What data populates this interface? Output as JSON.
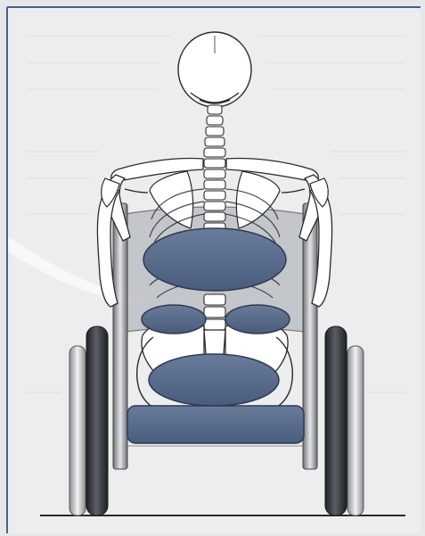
{
  "colors": {
    "paper": "#ecedee",
    "paper_fold": "#f7f7f8",
    "frame_border": "#4a5f8c",
    "bone_fill": "#ffffff",
    "bone_stroke": "#2a2a2a",
    "backrest": "#b8bbbf",
    "cushion": "#56698a",
    "cushion_stroke": "#2d3a52",
    "tire": "#3a3d42",
    "rim": "#d9dadb",
    "frame_tube": "#9fa3a8",
    "ground": "#2a2a2a"
  },
  "figure": {
    "subject": "skeleton-seated-in-wheelchair",
    "view": "rear",
    "support_pads": [
      "upper-back-pad",
      "left-lateral-pad",
      "right-lateral-pad",
      "pelvic-pad",
      "seat-cushion"
    ]
  }
}
